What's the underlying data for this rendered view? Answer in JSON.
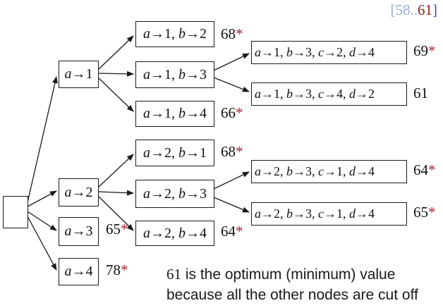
{
  "bound": {
    "range": "[58..",
    "best": "61",
    "bracket": "]"
  },
  "nodes": {
    "root": {
      "label": ""
    },
    "a1": {
      "label": "a→1",
      "value": "",
      "star": ""
    },
    "a2": {
      "label": "a→2",
      "value": "",
      "star": ""
    },
    "a3": {
      "label": "a→3",
      "value": "65",
      "star": "*"
    },
    "a4": {
      "label": "a→4",
      "value": "78",
      "star": "*"
    },
    "a1b2": {
      "label": "a→1, b→2",
      "value": "68",
      "star": "*"
    },
    "a1b3": {
      "label": "a→1, b→3",
      "value": "",
      "star": ""
    },
    "a1b4": {
      "label": "a→1, b→4",
      "value": "66",
      "star": "*"
    },
    "a2b1": {
      "label": "a→2, b→1",
      "value": "68",
      "star": "*"
    },
    "a2b3": {
      "label": "a→2, b→3",
      "value": "",
      "star": ""
    },
    "a2b4": {
      "label": "a→2, b→4",
      "value": "64",
      "star": "*"
    },
    "leaf1": {
      "label": "a→1, b→3, c→2, d→4",
      "value": "69",
      "star": "*"
    },
    "leaf2": {
      "label": "a→1, b→3, c→4, d→2",
      "value": "61",
      "star": ""
    },
    "leaf3": {
      "label": "a→2, b→3, c→1, d→4",
      "value": "64",
      "star": "*"
    },
    "leaf4": {
      "label": "a→2, b→3, c→1, d→4",
      "value": "65",
      "star": "*"
    }
  },
  "caption": {
    "lead": "61",
    "line1_rest": " is the optimum (minimum) value",
    "line2": "because all the other nodes are cut off"
  },
  "colors": {
    "bound_range": "#94abdf",
    "bound_best": "#8e1b1e",
    "bound_bracket": "#3a4fbe",
    "star": "#a32638",
    "line": "#1a1a1a"
  }
}
